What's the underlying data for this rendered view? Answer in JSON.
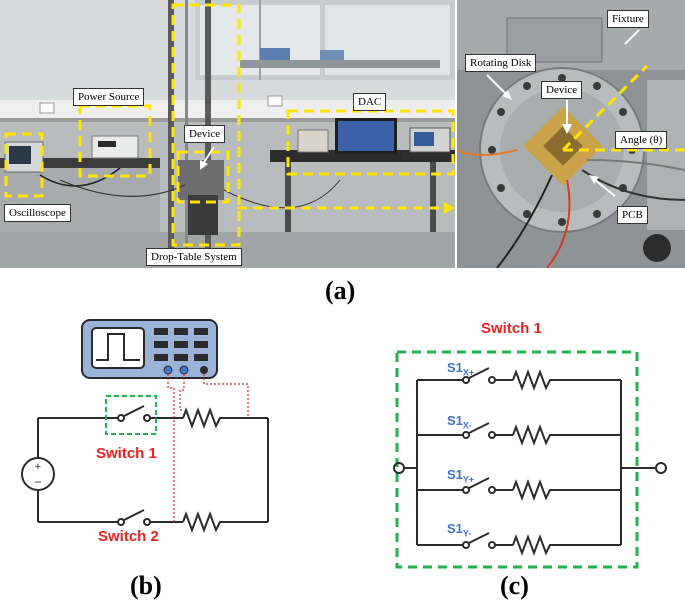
{
  "panel_a": {
    "caption": "(a)",
    "labels": {
      "power_source": "Power Source",
      "oscilloscope": "Oscilloscope",
      "device": "Device",
      "dac": "DAC",
      "drop_table": "Drop-Table System",
      "fixture": "Fixture",
      "rotating_disk": "Rotating Disk",
      "device_right": "Device",
      "angle": "Angle (θ)",
      "pcb": "PCB"
    }
  },
  "panel_b": {
    "caption": "(b)",
    "switch1": "Switch 1",
    "switch2": "Switch 2",
    "source_plus": "+",
    "source_minus": "−"
  },
  "panel_c": {
    "caption": "(c)",
    "title": "Switch 1",
    "switches": [
      {
        "base": "S1",
        "sub": "X+"
      },
      {
        "base": "S1",
        "sub": "X-"
      },
      {
        "base": "S1",
        "sub": "Y+"
      },
      {
        "base": "S1",
        "sub": "Y-"
      }
    ]
  },
  "colors": {
    "annotation_yellow": "#ffe600",
    "switch_red": "#e8231f",
    "switch_blue": "#4472c4",
    "dashed_green": "#22b14c",
    "oscilloscope_blue": "#9bb3d9"
  }
}
